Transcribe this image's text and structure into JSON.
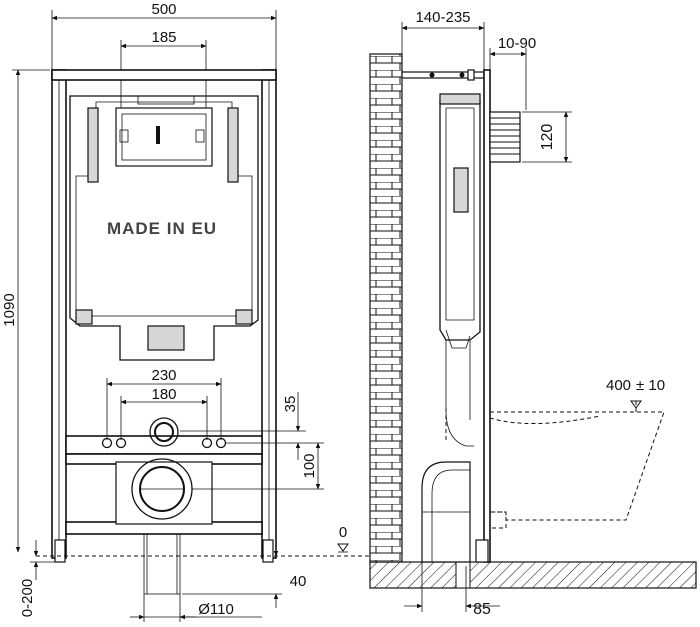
{
  "front_view": {
    "stamp": "MADE IN EU",
    "dims": {
      "total_width": "500",
      "mount_spacing": "185",
      "height": "1090",
      "fixing_spacing_outer": "230",
      "fixing_spacing_inner": "180",
      "fixing_offset": "35",
      "drain_offset": "100",
      "foot_adjust": "0-200",
      "drain_height": "40",
      "drain_diameter": "Ø110",
      "zero_level": "0"
    }
  },
  "side_view": {
    "dims": {
      "depth_range": "140-235",
      "panel_offset": "10-90",
      "flush_height": "120",
      "bowl_length": "400",
      "bowl_tolerance": "± 10",
      "drain_offset": "85"
    }
  }
}
